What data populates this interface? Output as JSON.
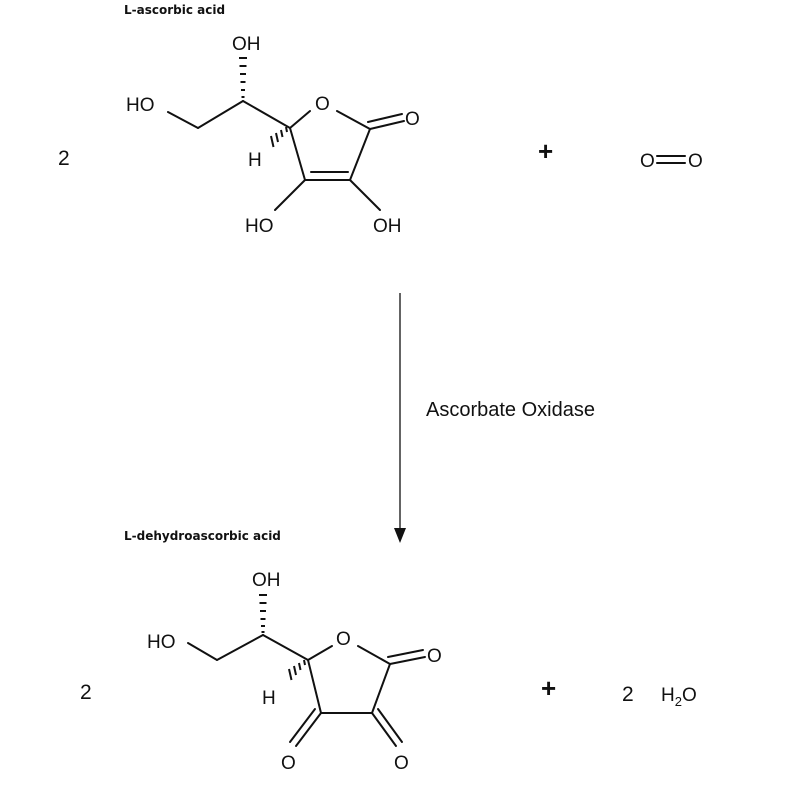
{
  "reactants": {
    "ascorbic_acid": {
      "name": "L-ascorbic acid",
      "coefficient": "2",
      "atoms": {
        "oh_top": "OH",
        "ho_left": "HO",
        "o_ring": "O",
        "o_carbonyl": "O",
        "h_stereo": "H",
        "ho_bottom_left": "HO",
        "oh_bottom_right": "OH"
      }
    },
    "plus": "+",
    "oxygen": {
      "left_o": "O",
      "right_o": "O"
    }
  },
  "arrow": {
    "enzyme": "Ascorbate Oxidase"
  },
  "products": {
    "dehydroascorbic_acid": {
      "name": "L-dehydroascorbic acid",
      "coefficient": "2",
      "atoms": {
        "oh_top": "OH",
        "ho_left": "HO",
        "o_ring": "O",
        "o_carbonyl": "O",
        "h_stereo": "H",
        "o_bottom_left": "O",
        "o_bottom_right": "O"
      }
    },
    "plus": "+",
    "water": {
      "coefficient": "2",
      "formula_h": "H",
      "formula_sub": "2",
      "formula_o": "O"
    }
  }
}
